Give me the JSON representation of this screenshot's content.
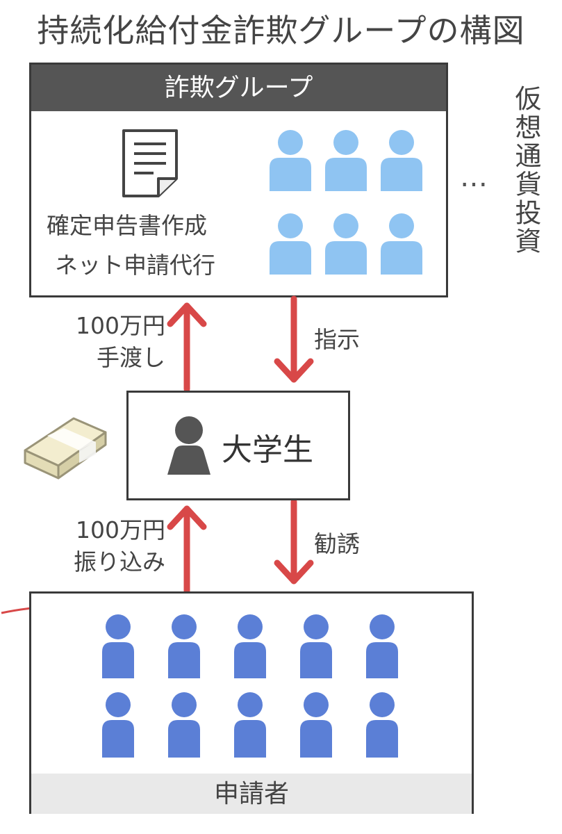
{
  "title": "持続化給付金詐欺グループの構図",
  "fraud_group": {
    "header": "詐欺グループ",
    "line1": "確定申告書作成",
    "line2": "ネット申請代行",
    "side_text": "仮想通貨投資",
    "dots": "…"
  },
  "student": {
    "label": "大学生"
  },
  "applicants": {
    "footer": "申請者"
  },
  "arrows": {
    "upper_up_line1": "100万円",
    "upper_up_line2": "手渡し",
    "upper_down": "指示",
    "lower_up_line1": "100万円",
    "lower_up_line2": "振り込み",
    "lower_down": "勧誘"
  },
  "colors": {
    "arrow": "#d84848",
    "fraud_people": "#8fc4f2",
    "applicant_people": "#5b7fd6",
    "student_person": "#555555",
    "header_bg": "#555555"
  }
}
